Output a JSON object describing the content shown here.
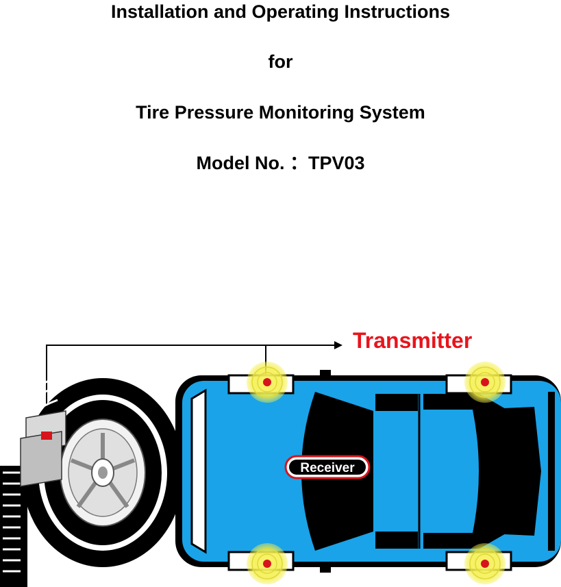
{
  "document": {
    "title_line_1": "Installation and Operating Instructions",
    "title_line_2": "for",
    "title_line_3": "Tire Pressure Monitoring System",
    "title_line_4": "Model No. ：TPV03"
  },
  "illustration": {
    "transmitter_label": "Transmitter",
    "receiver_label": "Receiver",
    "colors": {
      "car_body": "#1aa3e8",
      "window": "#000000",
      "transmitter_label": "#e8141c",
      "signal_glow": "#f4ef4a",
      "sensor_dot": "#d7141c"
    }
  }
}
